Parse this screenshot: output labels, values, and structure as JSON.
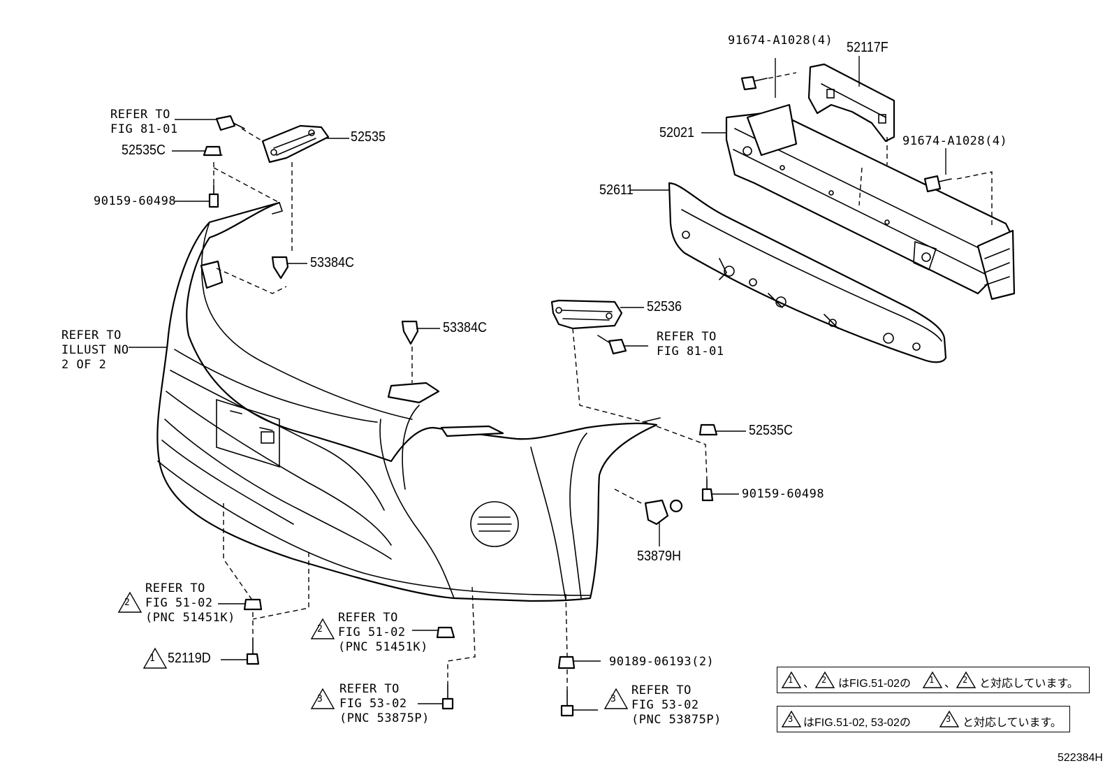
{
  "parts": {
    "p91674_top": "91674-A1028(4)",
    "p52117F": "52117F",
    "p52021": "52021",
    "p91674_right": "91674-A1028(4)",
    "p52611": "52611",
    "ref_81_left_1": "REFER TO",
    "ref_81_left_2": "FIG 81-01",
    "p52535": "52535",
    "p52535C_left": "52535C",
    "p90159_left": "90159-60498",
    "p53384C_left": "53384C",
    "ref_illust_1": "REFER TO",
    "ref_illust_2": "ILLUST NO",
    "ref_illust_3": "2 OF 2",
    "p53384C_center": "53384C",
    "p52536": "52536",
    "ref_81_right_1": "REFER TO",
    "ref_81_right_2": "FIG 81-01",
    "p52535C_right": "52535C",
    "p90159_right": "90159-60498",
    "p53879H": "53879H",
    "ref_51_left_1": "REFER TO",
    "ref_51_left_2": "FIG 51-02",
    "ref_51_left_3": "(PNC 51451K)",
    "p52119D": "52119D",
    "ref_51_mid_1": "REFER TO",
    "ref_51_mid_2": "FIG 51-02",
    "ref_51_mid_3": "(PNC 51451K)",
    "ref_53_left_1": "REFER TO",
    "ref_53_left_2": "FIG 53-02",
    "ref_53_left_3": "(PNC 53875P)",
    "p90189": "90189-06193(2)",
    "ref_53_right_1": "REFER TO",
    "ref_53_right_2": "FIG 53-02",
    "ref_53_right_3": "(PNC 53875P)"
  },
  "badges": {
    "b1": "1",
    "b2": "2",
    "b3": "3"
  },
  "notes": {
    "note1_sep": "、",
    "note1_a": "はFIG.51-02の",
    "note1_b": "、",
    "note1_c": "と対応しています。",
    "note2_a": "はFIG.51-02, 53-02の",
    "note2_b": "と対応しています。"
  },
  "figure_ref": "522384H"
}
